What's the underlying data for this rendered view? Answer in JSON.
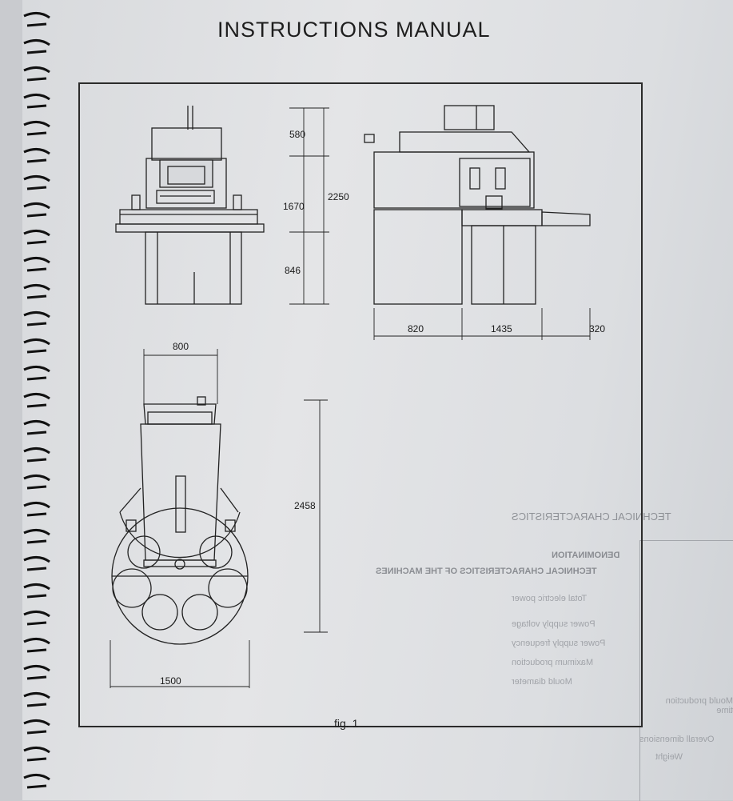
{
  "header": {
    "title": "INSTRUCTIONS MANUAL"
  },
  "figure": {
    "caption": "fig. 1",
    "dimensions": {
      "top_height": "580",
      "upper_height": "1670",
      "total_height": "2250",
      "lower_height": "846",
      "side_left": "820",
      "side_middle": "1435",
      "side_right": "320",
      "plan_width": "800",
      "plan_depth": "2458",
      "plan_base_width": "1500"
    }
  },
  "bleed_through": {
    "section_heading": "TECHNICAL CHARACTERISTICS",
    "table_header_1": "DENOMINATION",
    "table_header_2": "TECHNICAL CHARACTERISTICS OF THE MACHINES",
    "rows": [
      "Total electric power",
      "Power supply voltage",
      "Power supply frequency",
      "Maximum production",
      "Mould diameter",
      "Mould production time",
      "Overall dimensions",
      "Weight"
    ]
  }
}
